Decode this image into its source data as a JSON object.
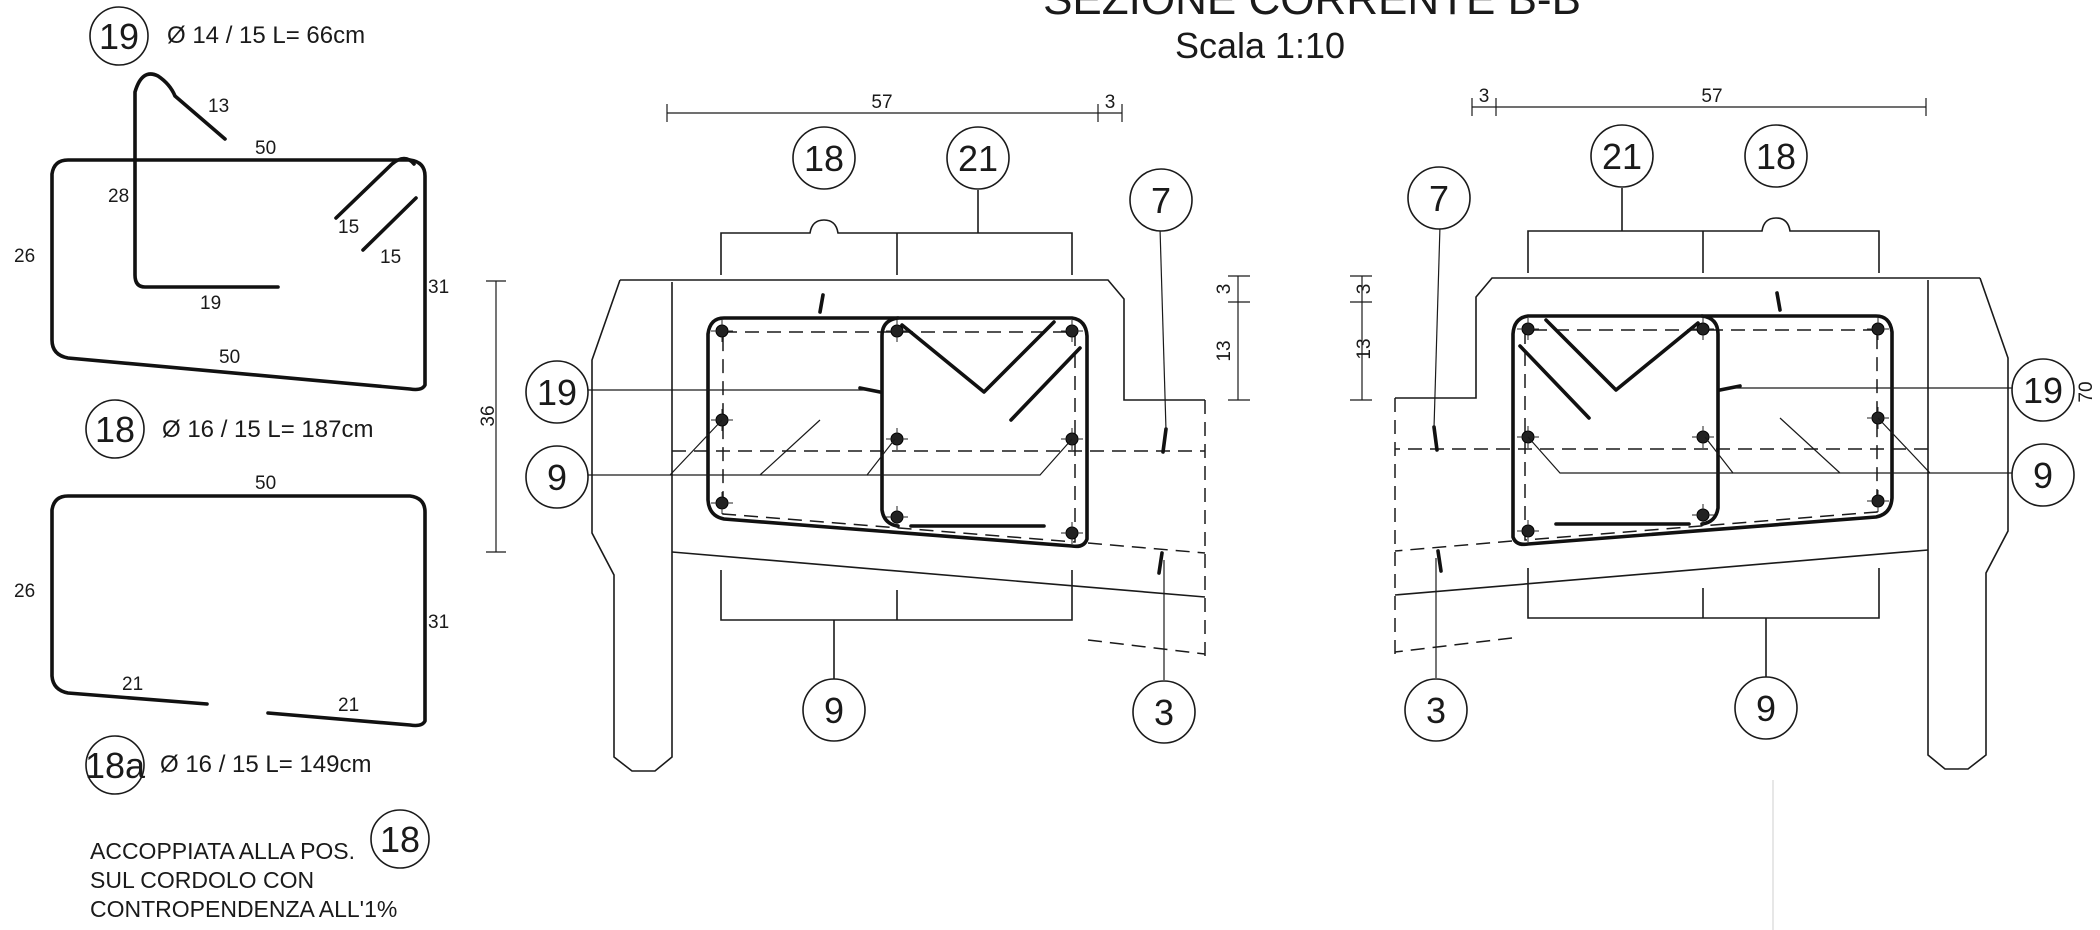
{
  "title": "SEZIONE CORRENTE B-B",
  "scale": "Scala 1:10",
  "bars": {
    "b19": {
      "mark": "19",
      "spec": "Ø 14 / 15  L=   66cm",
      "dims": {
        "hook": "13",
        "top": "50",
        "inner": "28",
        "left": "26",
        "diag1": "15",
        "diag2": "15",
        "right": "31",
        "leg": "19",
        "bottom": "50"
      }
    },
    "b18": {
      "mark": "18",
      "spec": "Ø 16 / 15  L=  187cm",
      "dims": {
        "top": "50",
        "left": "26",
        "right": "31",
        "bl": "21",
        "br": "21"
      }
    },
    "b18a": {
      "mark": "18a",
      "spec": "Ø 16 / 15  L=  149cm"
    }
  },
  "note": {
    "lines": [
      "ACCOPPIATA ALLA POS.",
      "SUL CORDOLO CON",
      "CONTROPENDENZA ALL'1%"
    ],
    "ref": "18"
  },
  "section_dims": {
    "width": "57",
    "offset": "3",
    "height": "36",
    "top_cover": "3",
    "depth": "13"
  },
  "callouts": {
    "c18": "18",
    "c21": "21",
    "c7": "7",
    "c19": "19",
    "c9": "9",
    "c3": "3"
  },
  "edge_label": "70"
}
